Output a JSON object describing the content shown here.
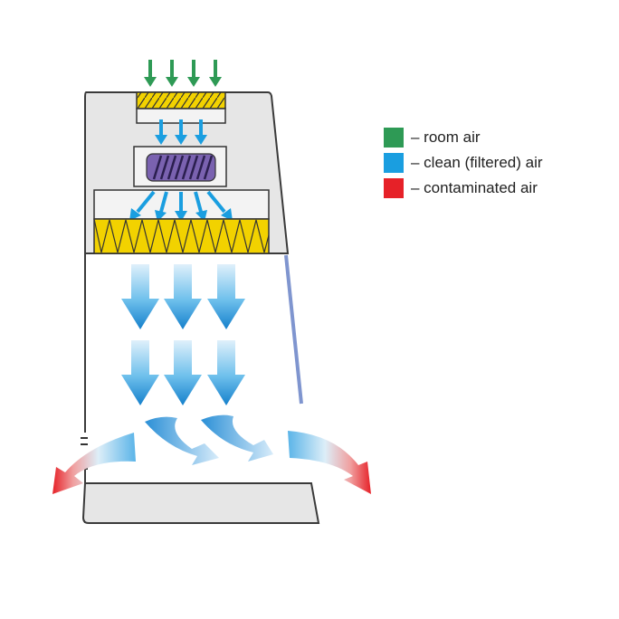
{
  "colors": {
    "room_air": "#2e9a55",
    "clean_air": "#1a9ee0",
    "contaminated_air": "#e62128",
    "cabinet_body": "#e6e6e6",
    "cabinet_outline": "#3a3a3a",
    "filter_yellow": "#f2d200",
    "sash_glass": "#7f95cf",
    "fan": "#7a62b0"
  },
  "legend": {
    "items": [
      {
        "label": "– room air",
        "color": "#2e9a55",
        "icon": "green-square"
      },
      {
        "label": "– clean (filtered) air",
        "color": "#1a9ee0",
        "icon": "blue-square"
      },
      {
        "label": "– contaminated air",
        "color": "#e62128",
        "icon": "red-square"
      }
    ]
  }
}
